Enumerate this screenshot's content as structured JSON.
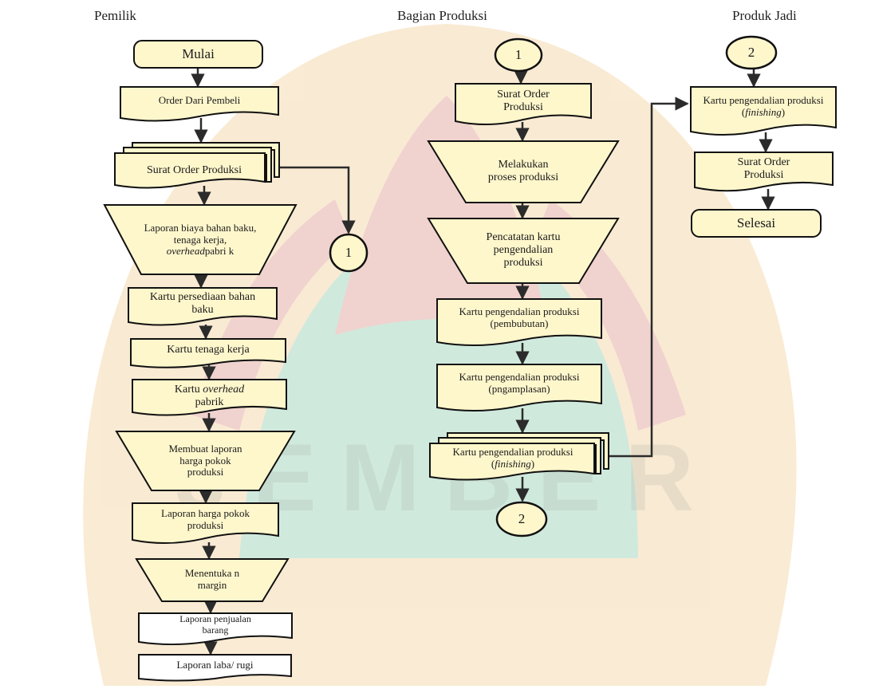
{
  "lanes": {
    "pemilik": "Pemilik",
    "produksi": "Bagian Produksi",
    "produk_jadi": "Produk Jadi"
  },
  "pemilik": {
    "mulai": "Mulai",
    "order": "Order Dari Pembeli",
    "surat_order": "Surat Order Produksi",
    "laporan_biaya": "Laporan biaya bahan baku, tenaga kerja,",
    "overhead_word": "overhead",
    "pabrik_tail": "pabri k",
    "kartu_persediaan": "Kartu persediaan bahan baku",
    "kartu_tenaga": "Kartu tenaga kerja",
    "kartu_overhead_prefix": "Kartu",
    "kartu_overhead_word": "overhead",
    "kartu_overhead_suffix": "pabrik",
    "membuat_laporan": "Membuat laporan harga pokok produksi",
    "laporan_hpp": "Laporan harga pokok produksi",
    "menentukan_margin": "Menentuka n margin",
    "laporan_penjualan": "Laporan penjualan barang",
    "laporan_laba": "Laporan laba/ rugi",
    "connector_1": "1"
  },
  "produksi": {
    "connector_1": "1",
    "surat_order": "Surat Order Produksi",
    "melakukan": "Melakukan proses produksi",
    "pencatatan": "Pencatatan kartu pengendalian produksi",
    "kartu_pembubutan": "Kartu pengendalian produksi (pembubutan)",
    "kartu_pengamplasan": "Kartu pengendalian produksi (pngamplasan)",
    "kartu_finishing_prefix": "Kartu pengendalian produksi (",
    "finishing_word": "finishing",
    "kartu_finishing_suffix": ")",
    "connector_2": "2"
  },
  "produk_jadi": {
    "connector_2": "2",
    "kartu_finishing_prefix": "Kartu pengendalian produksi (",
    "finishing_word": "finishing",
    "kartu_finishing_suffix": ")",
    "surat_order": "Surat Order Produksi",
    "selesai": "Selesai"
  },
  "watermark": {
    "text": "JEMBER"
  },
  "colors": {
    "shape_fill": "#fff7cc",
    "shape_stroke": "#111111",
    "arrow_stroke": "#2b2b2b",
    "watermark_green": "#2e9e6a",
    "watermark_red": "#c0392b",
    "watermark_orange": "#e8a33a"
  }
}
